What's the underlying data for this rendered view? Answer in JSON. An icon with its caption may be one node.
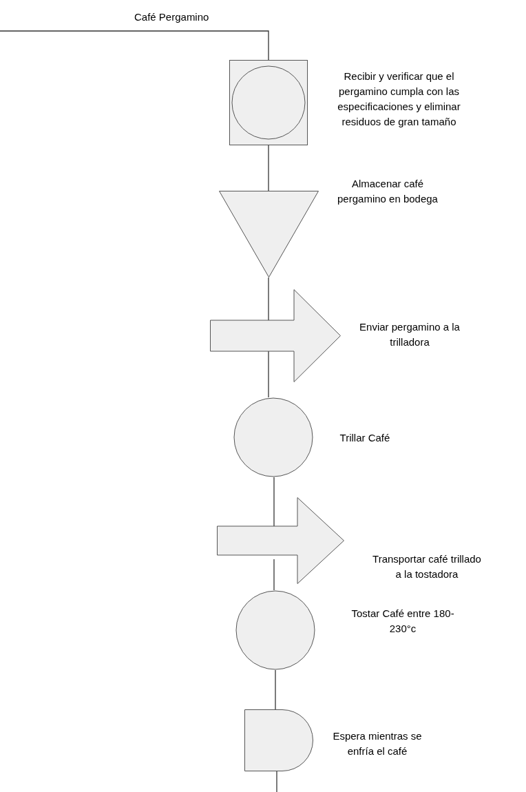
{
  "diagram": {
    "nodes": [
      {
        "text": [],
        "shape": "box",
        "beside": [
          "Recibir y verificar que el pergamino cumpla con las especificaciones y eliminar residuos de gran tamaño"
        ]
      },
      {
        "text": [],
        "shape": "triangle",
        "beside": [
          "Almacenar café pergamino en bodega"
        ]
      },
      {
        "text": [],
        "shape": "arrow",
        "beside": [
          "Enviar pergamino a la trilladora"
        ]
      },
      {
        "text": [],
        "shape": "circle",
        "beside": [
          "Trillar Café"
        ]
      },
      {
        "text": [],
        "shape": "arrow",
        "beside": [
          "Transportar café trillado a la tostadora"
        ]
      },
      {
        "text": [],
        "shape": "circle",
        "beside": [
          "Tostar Café entre 180-230°c"
        ]
      },
      {
        "text": [],
        "shape": "delay",
        "beside": [
          "Espera mientras se enfría el café"
        ]
      }
    ],
    "edges": [
      {
        "from": null,
        "to": 0,
        "arrow": "none",
        "label": "Café Pergamino"
      },
      {
        "from": 0,
        "to": 1,
        "arrow": "none"
      },
      {
        "from": 1,
        "to": 2,
        "arrow": "none"
      },
      {
        "from": 2,
        "to": 3,
        "arrow": "none"
      },
      {
        "from": 3,
        "to": 4,
        "arrow": "none"
      },
      {
        "from": 4,
        "to": 5,
        "arrow": "none"
      },
      {
        "from": 5,
        "to": 6,
        "arrow": "none"
      },
      {
        "from": 6,
        "to": null,
        "arrow": "none"
      }
    ]
  }
}
